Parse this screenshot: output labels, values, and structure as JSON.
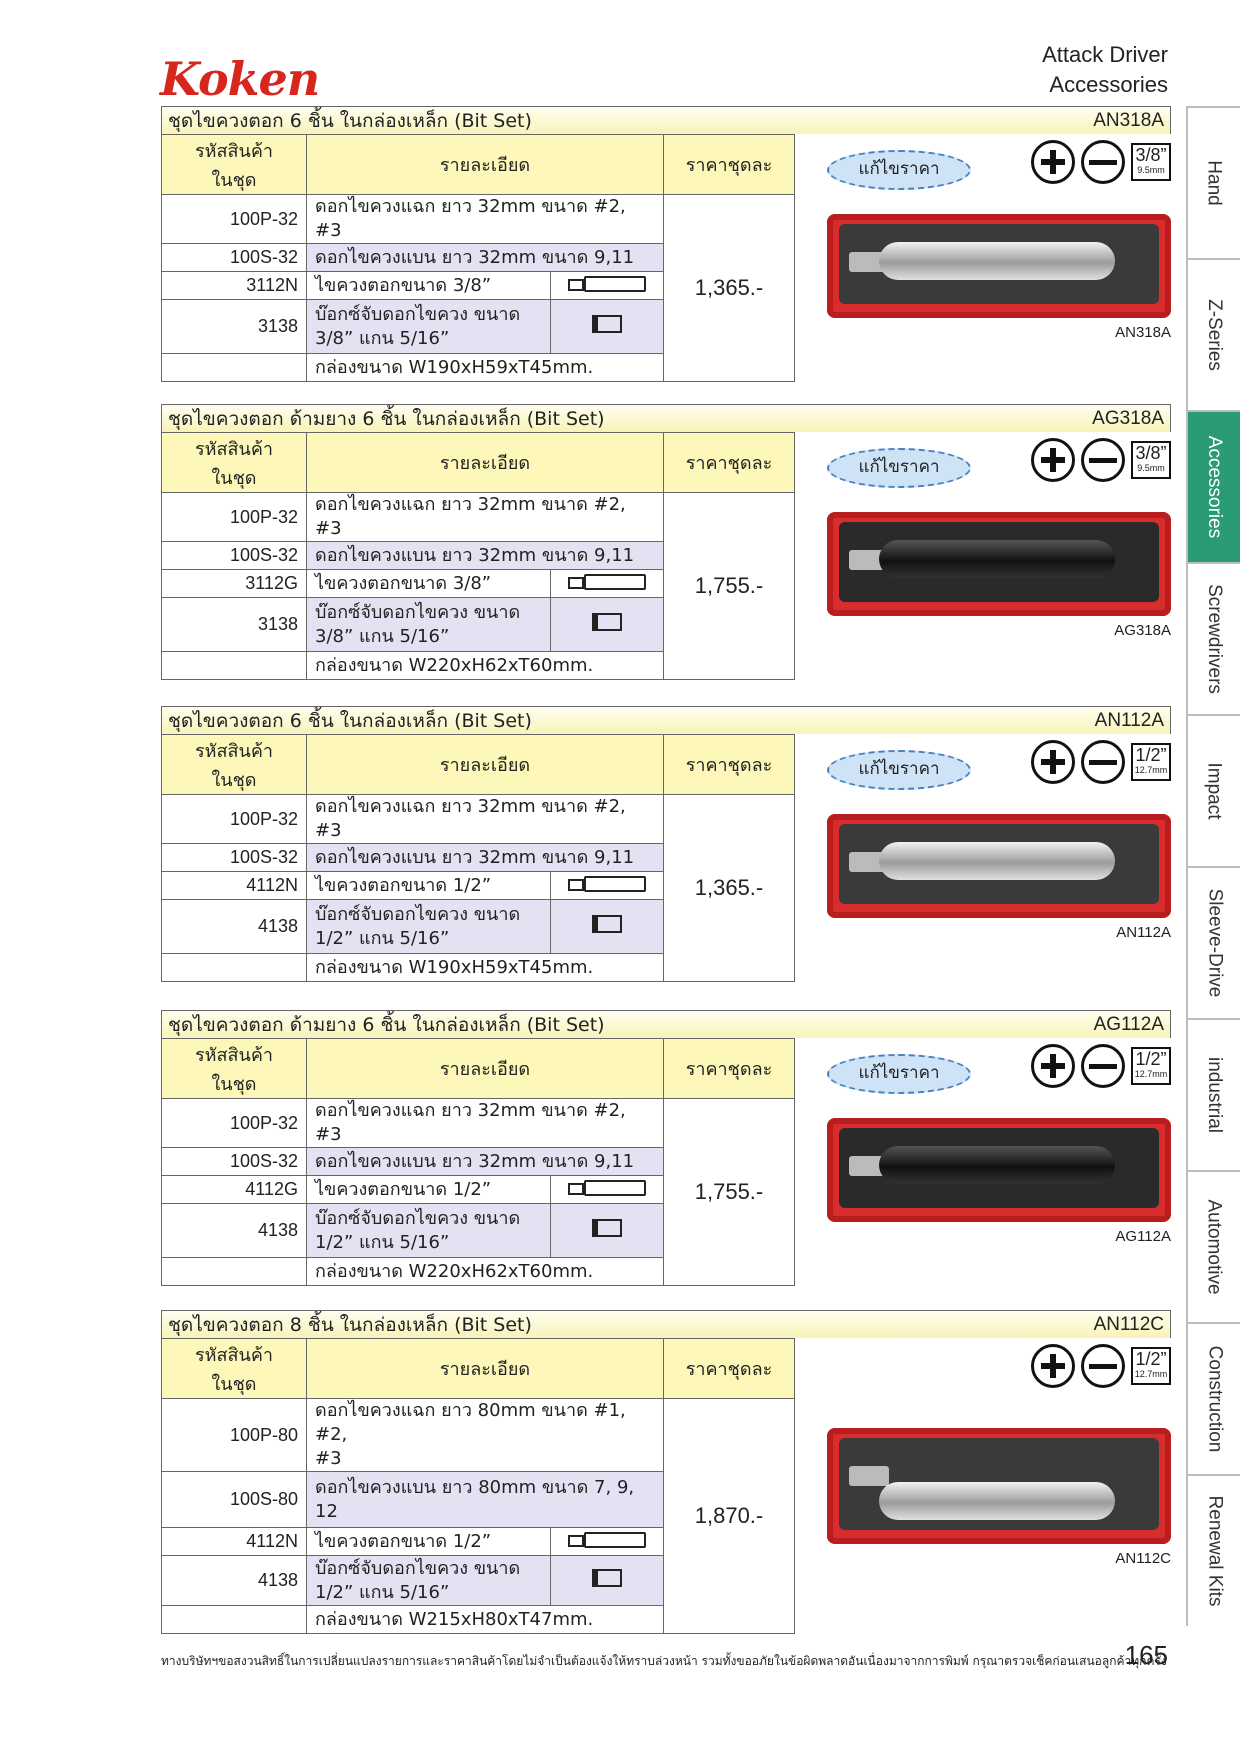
{
  "brand": "Koken",
  "header": {
    "line1": "Attack Driver",
    "line2": "Accessories"
  },
  "tabs": [
    "Hand",
    "Z-Series",
    "Accessories",
    "Screwdrivers",
    "Impact",
    "Sleeve-Drive",
    "industrial",
    "Automotive",
    "Construction",
    "Renewal Kits"
  ],
  "active_tab": "Accessories",
  "col_headers": {
    "code": "รหัสสินค้า\nในชุด",
    "detail": "รายละเอียด",
    "price": "ราคาชุดละ"
  },
  "badge_text": "แก้ไขราคา",
  "sections": [
    {
      "title": "ชุดไขควงตอก 6 ชิ้น ในกล่องเหล็ก (Bit Set)",
      "code": "AN318A",
      "price": "1,365.-",
      "size_main": "3/8”",
      "size_mm": "9.5mm",
      "photo_caption": "AN318A",
      "rows": [
        {
          "code": "100P-32",
          "detail": "ดอกไขควงแฉก ยาว 32mm ขนาด #2, #3"
        },
        {
          "code": "100S-32",
          "detail": "ดอกไขควงแบน ยาว 32mm ขนาด 9,11"
        },
        {
          "code": "3112N",
          "detail": "ไขควงตอกขนาด 3/8”"
        },
        {
          "code": "3138",
          "detail": "บ๊อกซ์จับดอกไขควง ขนาด\n3/8” แกน 5/16”"
        },
        {
          "code": "",
          "detail": "กล่องขนาด W190xH59xT45mm."
        }
      ]
    },
    {
      "title": "ชุดไขควงตอก ด้ามยาง 6 ชิ้น ในกล่องเหล็ก (Bit Set)",
      "code": "AG318A",
      "price": "1,755.-",
      "size_main": "3/8”",
      "size_mm": "9.5mm",
      "photo_caption": "AG318A",
      "rows": [
        {
          "code": "100P-32",
          "detail": "ดอกไขควงแฉก ยาว 32mm ขนาด #2, #3"
        },
        {
          "code": "100S-32",
          "detail": "ดอกไขควงแบน ยาว 32mm ขนาด 9,11"
        },
        {
          "code": "3112G",
          "detail": "ไขควงตอกขนาด 3/8”"
        },
        {
          "code": "3138",
          "detail": "บ๊อกซ์จับดอกไขควง ขนาด\n3/8” แกน 5/16”"
        },
        {
          "code": "",
          "detail": "กล่องขนาด W220xH62xT60mm."
        }
      ]
    },
    {
      "title": "ชุดไขควงตอก 6 ชิ้น ในกล่องเหล็ก (Bit Set)",
      "code": "AN112A",
      "price": "1,365.-",
      "size_main": "1/2”",
      "size_mm": "12.7mm",
      "photo_caption": "AN112A",
      "rows": [
        {
          "code": "100P-32",
          "detail": "ดอกไขควงแฉก ยาว 32mm ขนาด #2, #3"
        },
        {
          "code": "100S-32",
          "detail": "ดอกไขควงแบน ยาว 32mm ขนาด 9,11"
        },
        {
          "code": "4112N",
          "detail": "ไขควงตอกขนาด 1/2”"
        },
        {
          "code": "4138",
          "detail": "บ๊อกซ์จับดอกไขควง ขนาด\n1/2” แกน 5/16”"
        },
        {
          "code": "",
          "detail": "กล่องขนาด W190xH59xT45mm."
        }
      ]
    },
    {
      "title": "ชุดไขควงตอก ด้ามยาง 6 ชิ้น ในกล่องเหล็ก (Bit Set)",
      "code": "AG112A",
      "price": "1,755.-",
      "size_main": "1/2”",
      "size_mm": "12.7mm",
      "photo_caption": "AG112A",
      "rows": [
        {
          "code": "100P-32",
          "detail": "ดอกไขควงแฉก ยาว 32mm ขนาด #2, #3"
        },
        {
          "code": "100S-32",
          "detail": "ดอกไขควงแบน ยาว 32mm ขนาด 9,11"
        },
        {
          "code": "4112G",
          "detail": "ไขควงตอกขนาด 1/2”"
        },
        {
          "code": "4138",
          "detail": "บ๊อกซ์จับดอกไขควง ขนาด\n1/2” แกน 5/16”"
        },
        {
          "code": "",
          "detail": "กล่องขนาด W220xH62xT60mm."
        }
      ]
    },
    {
      "title": "ชุดไขควงตอก 8 ชิ้น ในกล่องเหล็ก (Bit Set)",
      "code": "AN112C",
      "price": "1,870.-",
      "size_main": "1/2”",
      "size_mm": "12.7mm",
      "photo_caption": "AN112C",
      "rows": [
        {
          "code": "100P-80",
          "detail": "ดอกไขควงแฉก ยาว 80mm ขนาด #1, #2,\n#3"
        },
        {
          "code": "100S-80",
          "detail": "ดอกไขควงแบน ยาว 80mm ขนาด 7, 9,\n12"
        },
        {
          "code": "4112N",
          "detail": "ไขควงตอกขนาด 1/2”"
        },
        {
          "code": "4138",
          "detail": "บ๊อกซ์จับดอกไขควง ขนาด\n1/2” แกน 5/16”"
        },
        {
          "code": "",
          "detail": "กล่องขนาด W215xH80xT47mm."
        }
      ]
    }
  ],
  "footer_note": "ทางบริษัทฯขอสงวนสิทธิ์ในการเปลี่ยนแปลงรายการและราคาสินค้าโดยไม่จำเป็นต้องแจ้งให้ทราบล่วงหน้า รวมทั้งขออภัยในข้อผิดพลาดอันเนื่องมาจากการพิมพ์ กรุณาตรวจเช็คก่อนเสนอลูกค้าทุกครั้ง",
  "page_number": "165"
}
